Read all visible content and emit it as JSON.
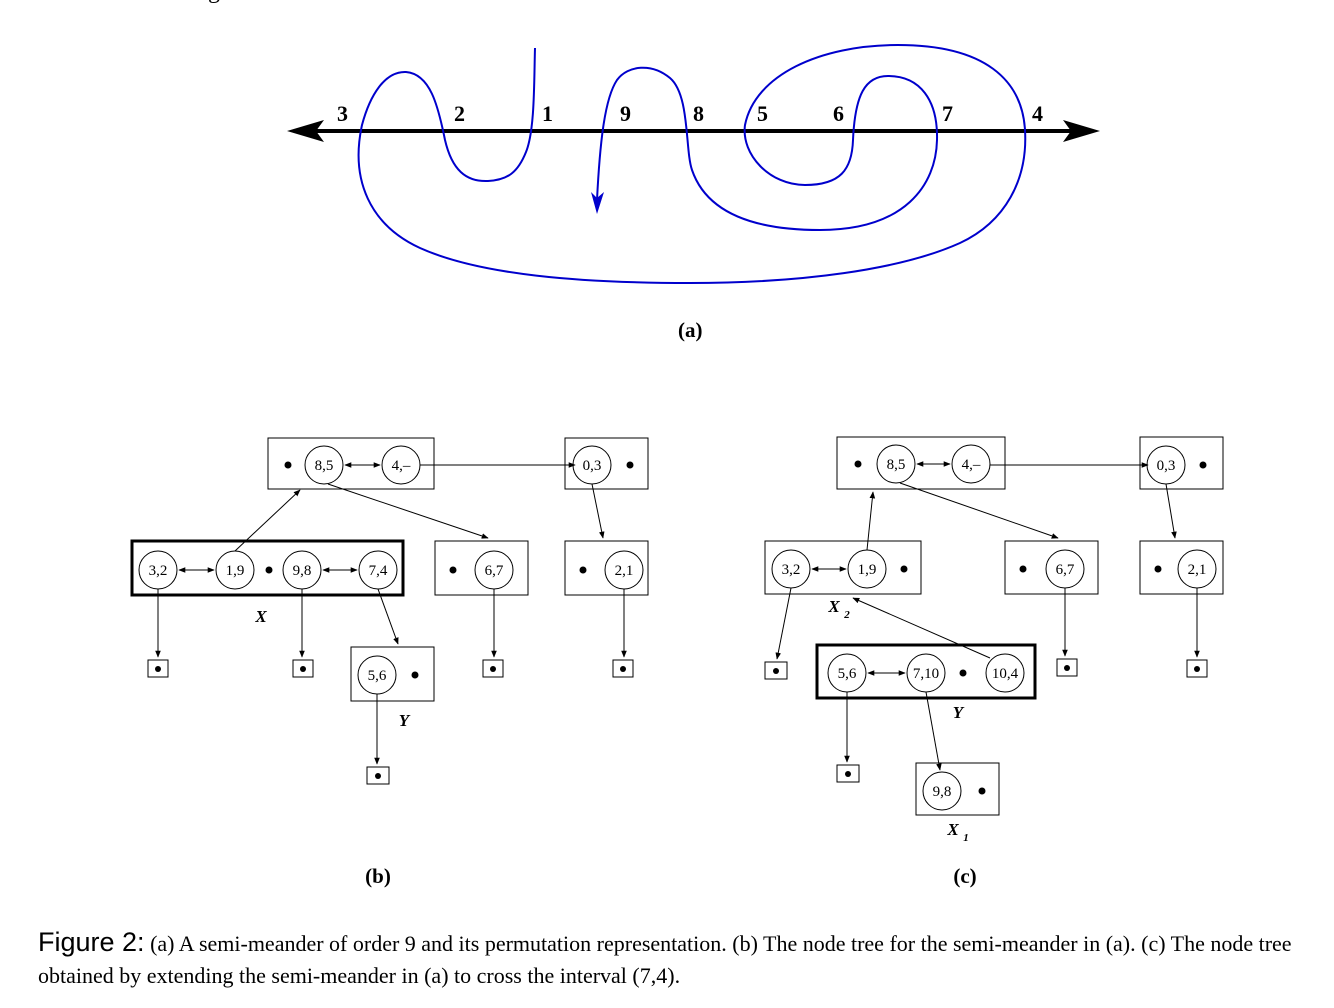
{
  "top_fragment": "g",
  "meander": {
    "labels": [
      "3",
      "2",
      "1",
      "9",
      "8",
      "5",
      "6",
      "7",
      "4"
    ],
    "caption": "(a)"
  },
  "tree_b": {
    "caption": "(b)",
    "nodes": [
      "8,5",
      "4,–",
      "0,3",
      "3,2",
      "1,9",
      "9,8",
      "7,4",
      "6,7",
      "2,1",
      "5,6"
    ],
    "group_labels": {
      "X": "X",
      "Y": "Y"
    }
  },
  "tree_c": {
    "caption": "(c)",
    "nodes": [
      "8,5",
      "4,–",
      "0,3",
      "3,2",
      "1,9",
      "6,7",
      "2,1",
      "5,6",
      "7,10",
      "10,4",
      "9,8"
    ],
    "group_labels": {
      "X2_base": "X",
      "X2_sub": "2",
      "Y": "Y",
      "X1_base": "X",
      "X1_sub": "1"
    }
  },
  "caption": {
    "label": "Figure 2:",
    "text": "(a) A semi-meander of order 9 and its permutation representation. (b) The node tree for the semi-meander in (a). (c) The node tree obtained by extending the semi-meander in (a) to cross the interval (7,4)."
  },
  "colors": {
    "curve": "#0000cc",
    "ink": "#000000"
  }
}
